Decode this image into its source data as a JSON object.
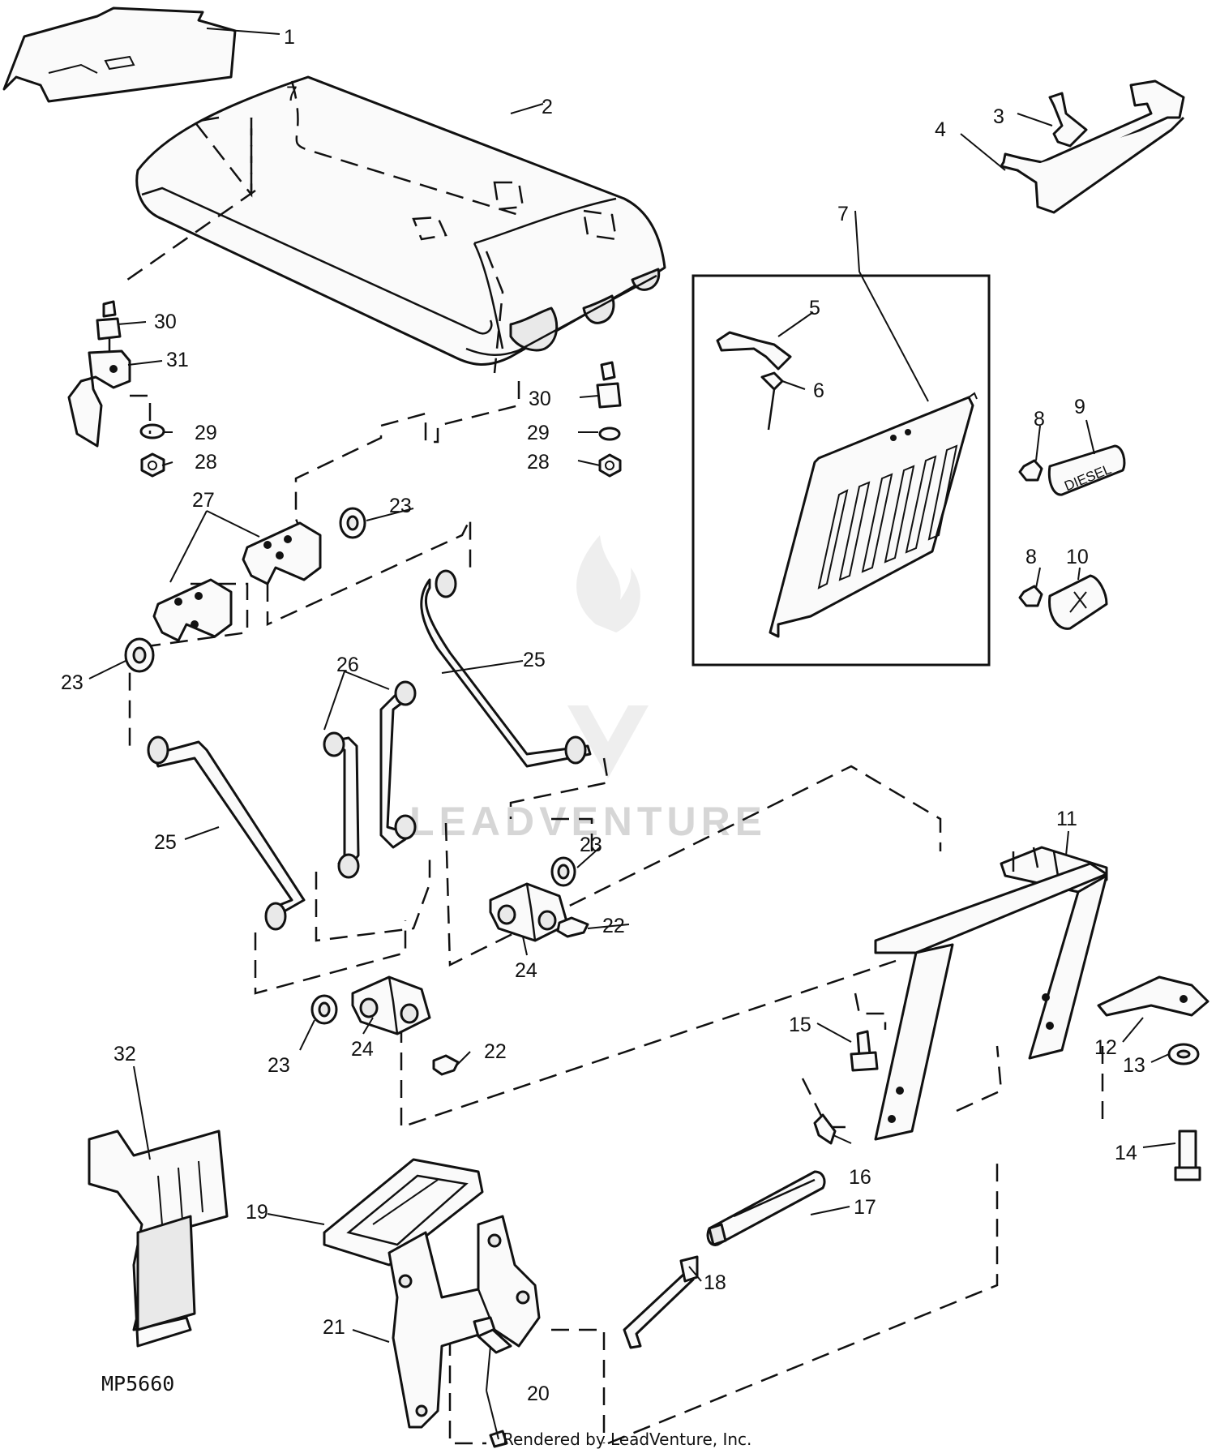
{
  "diagram_code": "MP5660",
  "footer_credit": "Rendered by LeadVenture, Inc.",
  "watermark": "LEADVENTURE",
  "badges": {
    "diesel": "DIESEL"
  },
  "callouts": [
    {
      "id": "c1",
      "text": "1"
    },
    {
      "id": "c2",
      "text": "2"
    },
    {
      "id": "c3",
      "text": "3"
    },
    {
      "id": "c4",
      "text": "4"
    },
    {
      "id": "c5",
      "text": "5"
    },
    {
      "id": "c6",
      "text": "6"
    },
    {
      "id": "c7a",
      "text": "7"
    },
    {
      "id": "c7b",
      "text": "7"
    },
    {
      "id": "c8a",
      "text": "8"
    },
    {
      "id": "c8b",
      "text": "8"
    },
    {
      "id": "c9",
      "text": "9"
    },
    {
      "id": "c10",
      "text": "10"
    },
    {
      "id": "c11",
      "text": "11"
    },
    {
      "id": "c12",
      "text": "12"
    },
    {
      "id": "c13",
      "text": "13"
    },
    {
      "id": "c14",
      "text": "14"
    },
    {
      "id": "c15",
      "text": "15"
    },
    {
      "id": "c16",
      "text": "16"
    },
    {
      "id": "c17",
      "text": "17"
    },
    {
      "id": "c18",
      "text": "18"
    },
    {
      "id": "c19",
      "text": "19"
    },
    {
      "id": "c20",
      "text": "20"
    },
    {
      "id": "c21",
      "text": "21"
    },
    {
      "id": "c22a",
      "text": "22"
    },
    {
      "id": "c22b",
      "text": "22"
    },
    {
      "id": "c23a",
      "text": "23"
    },
    {
      "id": "c23b",
      "text": "23"
    },
    {
      "id": "c23c",
      "text": "23"
    },
    {
      "id": "c23d",
      "text": "23"
    },
    {
      "id": "c24a",
      "text": "24"
    },
    {
      "id": "c24b",
      "text": "24"
    },
    {
      "id": "c25a",
      "text": "25"
    },
    {
      "id": "c25b",
      "text": "25"
    },
    {
      "id": "c26",
      "text": "26"
    },
    {
      "id": "c27",
      "text": "27"
    },
    {
      "id": "c28a",
      "text": "28"
    },
    {
      "id": "c28b",
      "text": "28"
    },
    {
      "id": "c29a",
      "text": "29"
    },
    {
      "id": "c29b",
      "text": "29"
    },
    {
      "id": "c30a",
      "text": "30"
    },
    {
      "id": "c30b",
      "text": "30"
    },
    {
      "id": "c31",
      "text": "31"
    },
    {
      "id": "c32",
      "text": "32"
    }
  ]
}
